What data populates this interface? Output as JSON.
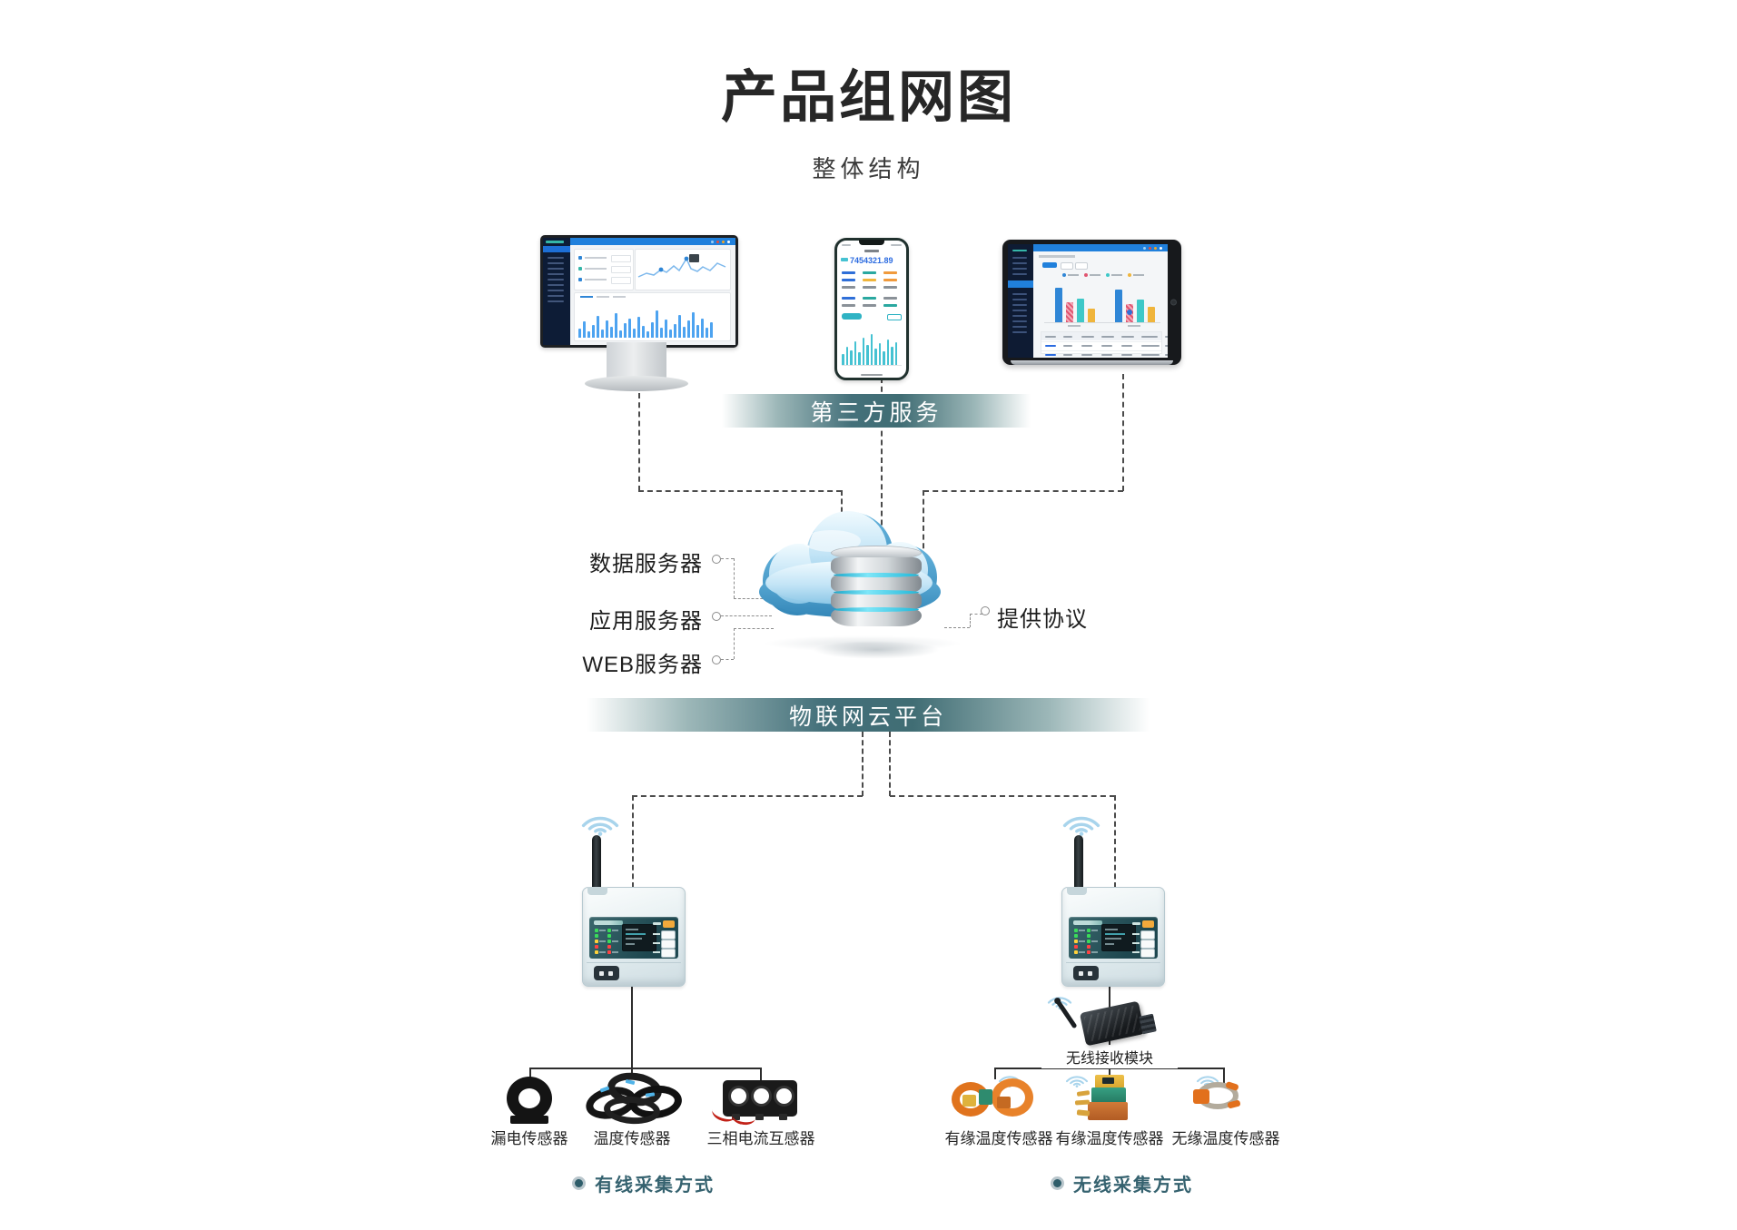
{
  "title": "产品组网图",
  "subtitle": "整体结构",
  "banners": {
    "third_party": "第三方服务",
    "iot_platform": "物联网云平台"
  },
  "cloud": {
    "data_server": "数据服务器",
    "app_server": "应用服务器",
    "web_server": "WEB服务器",
    "protocol": "提供协议"
  },
  "module_label": "无线接收模块",
  "wired_sensors": [
    "漏电传感器",
    "温度传感器",
    "三相电流互感器"
  ],
  "wireless_sensors": [
    "有缘温度传感器",
    "有缘温度传感器",
    "无缘温度传感器"
  ],
  "legends": {
    "wired": "有线采集方式",
    "wireless": "无线采集方式"
  },
  "phone": {
    "main_value": "7454321.89"
  },
  "colors": {
    "banner_teal": "#44707a",
    "accent_blue": "#2080dc",
    "teal_bar": "#45c2d2",
    "cyan_band": "#22b7d8",
    "legend_text": "#35626f",
    "sensor_orange": "#e2701c"
  }
}
